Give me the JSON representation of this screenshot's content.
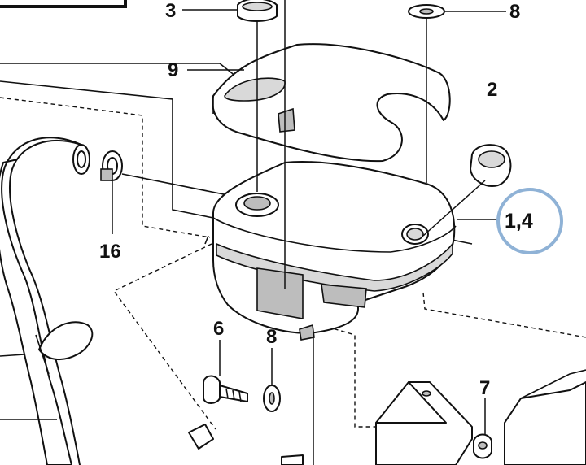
{
  "diagram": {
    "highlight_color": "#8fb2d6",
    "callouts": {
      "label_3": "3",
      "label_8_top": "8",
      "label_9": "9",
      "label_2": "2",
      "label_1_4": "1,4",
      "label_16": "16",
      "label_6": "6",
      "label_8_mid": "8",
      "label_7": "7"
    }
  }
}
